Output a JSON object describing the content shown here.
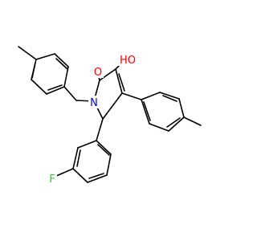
{
  "colors": {
    "bond": "#000000",
    "O": "#ff0000",
    "N": "#0000ff",
    "F": "#33cc33"
  },
  "atoms": {
    "O_carbonyl": "O",
    "O_hydroxyl": "HO",
    "N_ring": "N",
    "F_aryl": "F"
  }
}
